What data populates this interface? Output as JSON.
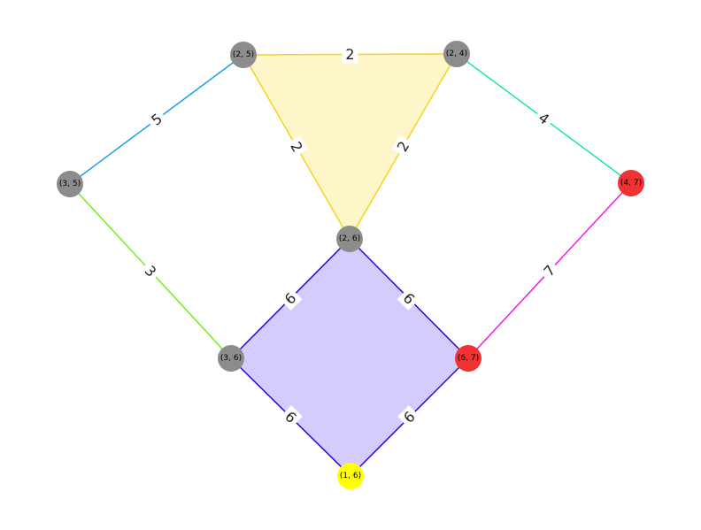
{
  "colors": {
    "gray_node": "#8c8c8c",
    "red_node": "#f03232",
    "yellow_node": "#ffff00",
    "triangle_fill": "#fdf6c8",
    "square_fill": "#d4ccfd"
  },
  "faces": [
    {
      "name": "triangle-face",
      "nodes": [
        "n25",
        "n24",
        "n26"
      ],
      "fill": "#fdf6c8",
      "stroke": "#f5d320"
    },
    {
      "name": "square-face",
      "nodes": [
        "n26",
        "n67",
        "n16",
        "n36"
      ],
      "fill": "#d4ccfd",
      "stroke": "#2a00e0"
    }
  ],
  "nodes": [
    {
      "id": "n25",
      "label": "(2, 5)",
      "color": "#8c8c8c"
    },
    {
      "id": "n24",
      "label": "(2, 4)",
      "color": "#8c8c8c"
    },
    {
      "id": "n35",
      "label": "(3, 5)",
      "color": "#8c8c8c"
    },
    {
      "id": "n47",
      "label": "(4, 7)",
      "color": "#f03232"
    },
    {
      "id": "n26",
      "label": "(2, 6)",
      "color": "#8c8c8c"
    },
    {
      "id": "n36",
      "label": "(3, 6)",
      "color": "#8c8c8c"
    },
    {
      "id": "n67",
      "label": "(6, 7)",
      "color": "#f03232"
    },
    {
      "id": "n16",
      "label": "(1, 6)",
      "color": "#ffff00"
    }
  ],
  "edges": [
    {
      "from": "n25",
      "to": "n24",
      "weight": "2",
      "color": "#f5d320"
    },
    {
      "from": "n25",
      "to": "n26",
      "weight": "2",
      "color": "#f5d320"
    },
    {
      "from": "n24",
      "to": "n26",
      "weight": "2",
      "color": "#f5d320"
    },
    {
      "from": "n25",
      "to": "n35",
      "weight": "5",
      "color": "#1aa0e8"
    },
    {
      "from": "n24",
      "to": "n47",
      "weight": "4",
      "color": "#1ae8a0"
    },
    {
      "from": "n35",
      "to": "n36",
      "weight": "3",
      "color": "#6ef01a"
    },
    {
      "from": "n47",
      "to": "n67",
      "weight": "7",
      "color": "#f01ae8"
    },
    {
      "from": "n26",
      "to": "n36",
      "weight": "6",
      "color": "#2a00e0"
    },
    {
      "from": "n26",
      "to": "n67",
      "weight": "6",
      "color": "#2a00e0"
    },
    {
      "from": "n36",
      "to": "n16",
      "weight": "6",
      "color": "#2a00e0"
    },
    {
      "from": "n67",
      "to": "n16",
      "weight": "6",
      "color": "#2a00e0"
    }
  ]
}
